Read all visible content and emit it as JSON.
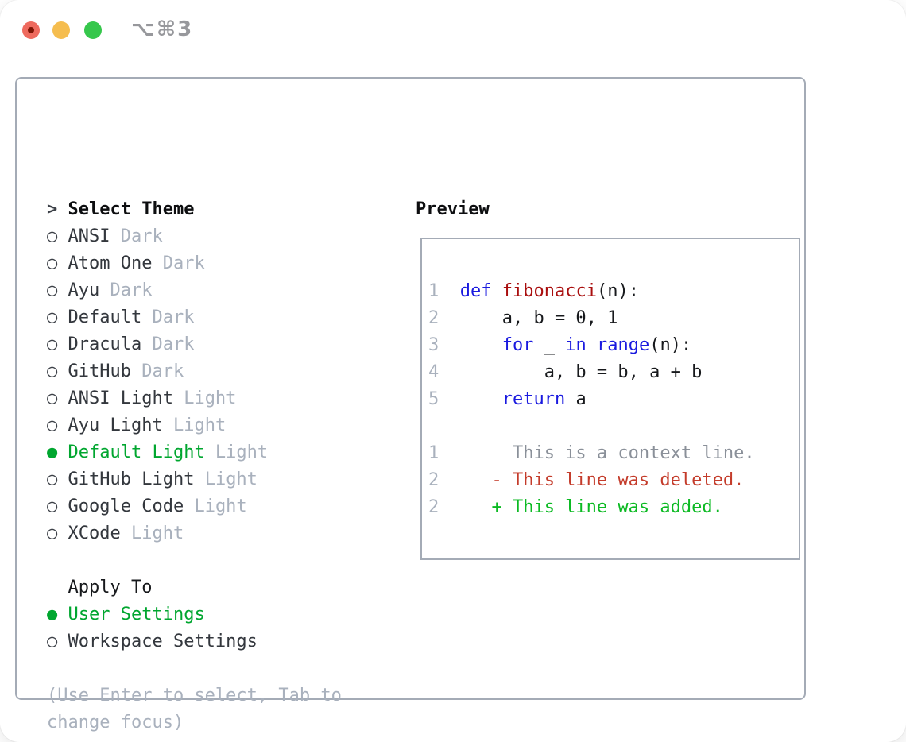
{
  "window": {
    "title": "⌥⌘3"
  },
  "colors": {
    "accent_green": "#00a62f",
    "added_green": "#0cba23",
    "deleted_red": "#c43c2b",
    "keyword_blue": "#1a1adf",
    "function_red": "#a90e0e",
    "muted_gray": "#a9b1bd",
    "border_gray": "#a4abb6",
    "traffic_red": "#ee6a5e",
    "traffic_yellow": "#f5bd4f",
    "traffic_green": "#36c74c"
  },
  "markers": {
    "header": ">",
    "selected": "●",
    "unselected": "○"
  },
  "theme_list": {
    "header": "Select Theme",
    "items": [
      {
        "name": "ANSI",
        "variant": "Dark",
        "selected": false
      },
      {
        "name": "Atom One",
        "variant": "Dark",
        "selected": false
      },
      {
        "name": "Ayu",
        "variant": "Dark",
        "selected": false
      },
      {
        "name": "Default",
        "variant": "Dark",
        "selected": false
      },
      {
        "name": "Dracula",
        "variant": "Dark",
        "selected": false
      },
      {
        "name": "GitHub",
        "variant": "Dark",
        "selected": false
      },
      {
        "name": "ANSI Light",
        "variant": "Light",
        "selected": false
      },
      {
        "name": "Ayu Light",
        "variant": "Light",
        "selected": false
      },
      {
        "name": "Default Light",
        "variant": "Light",
        "selected": true
      },
      {
        "name": "GitHub Light",
        "variant": "Light",
        "selected": false
      },
      {
        "name": "Google Code",
        "variant": "Light",
        "selected": false
      },
      {
        "name": "XCode",
        "variant": "Light",
        "selected": false
      }
    ]
  },
  "apply_to": {
    "header": "Apply To",
    "items": [
      {
        "name": "User Settings",
        "selected": true
      },
      {
        "name": "Workspace Settings",
        "selected": false
      }
    ]
  },
  "hints": [
    "(Use Enter to select, Tab to",
    "change focus)"
  ],
  "preview": {
    "title": "Preview",
    "lines": [
      {
        "num": "1",
        "tokens": [
          [
            "def",
            "kw"
          ],
          [
            " ",
            "pl"
          ],
          [
            "fibonacci",
            "fn"
          ],
          [
            "(n):",
            "pl"
          ]
        ]
      },
      {
        "num": "2",
        "tokens": [
          [
            "    a, b = 0, 1",
            "pl"
          ]
        ]
      },
      {
        "num": "3",
        "tokens": [
          [
            "    ",
            "pl"
          ],
          [
            "for",
            "kw"
          ],
          [
            " _ ",
            "pl"
          ],
          [
            "in",
            "kw"
          ],
          [
            " ",
            "pl"
          ],
          [
            "range",
            "kw"
          ],
          [
            "(n):",
            "pl"
          ]
        ]
      },
      {
        "num": "4",
        "tokens": [
          [
            "        a, b = b, a + b",
            "pl"
          ]
        ]
      },
      {
        "num": "5",
        "tokens": [
          [
            "    ",
            "pl"
          ],
          [
            "return",
            "kw"
          ],
          [
            " a",
            "pl"
          ]
        ]
      },
      {
        "num": "",
        "tokens": []
      },
      {
        "num": "1",
        "tokens": [
          [
            "     This is a context line.",
            "ctx"
          ]
        ]
      },
      {
        "num": "2",
        "tokens": [
          [
            "   - This line was deleted.",
            "del"
          ]
        ]
      },
      {
        "num": "2",
        "tokens": [
          [
            "   + This line was added.",
            "add"
          ]
        ]
      }
    ]
  }
}
